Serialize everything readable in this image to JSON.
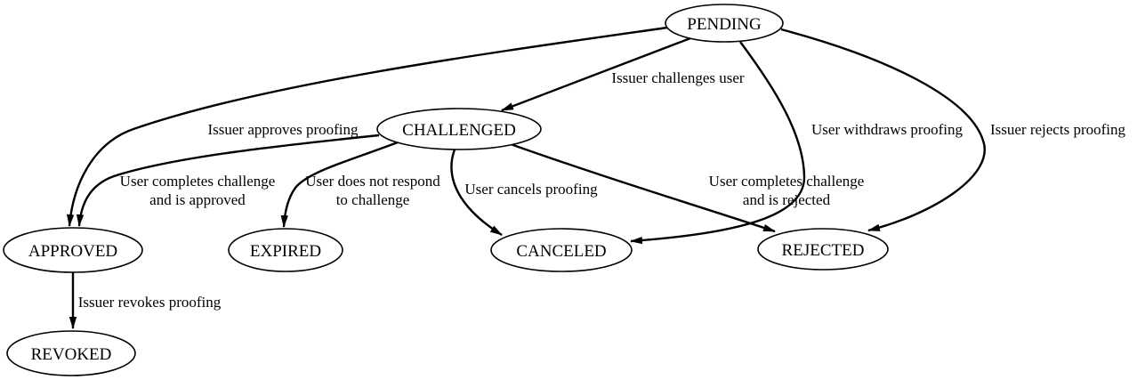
{
  "diagram": {
    "type": "state-machine",
    "background_color": "#ffffff",
    "stroke_color": "#000000",
    "text_color": "#000000",
    "nodes": [
      {
        "id": "pending",
        "label": "PENDING"
      },
      {
        "id": "challenged",
        "label": "CHALLENGED"
      },
      {
        "id": "approved",
        "label": "APPROVED"
      },
      {
        "id": "expired",
        "label": "EXPIRED"
      },
      {
        "id": "canceled",
        "label": "CANCELED"
      },
      {
        "id": "rejected",
        "label": "REJECTED"
      },
      {
        "id": "revoked",
        "label": "REVOKED"
      }
    ],
    "edges": [
      {
        "from": "PENDING",
        "to": "CHALLENGED",
        "label": "Issuer challenges user",
        "lines": [
          "Issuer challenges user"
        ]
      },
      {
        "from": "PENDING",
        "to": "APPROVED",
        "label": "Issuer approves proofing",
        "lines": [
          "Issuer approves proofing"
        ]
      },
      {
        "from": "PENDING",
        "to": "CANCELED",
        "label": "User withdraws proofing",
        "lines": [
          "User withdraws proofing"
        ]
      },
      {
        "from": "PENDING",
        "to": "REJECTED",
        "label": "Issuer rejects proofing",
        "lines": [
          "Issuer rejects proofing"
        ]
      },
      {
        "from": "CHALLENGED",
        "to": "APPROVED",
        "label": "User completes challenge and is approved",
        "lines": [
          "User completes challenge",
          "and is approved"
        ]
      },
      {
        "from": "CHALLENGED",
        "to": "EXPIRED",
        "label": "User does not respond to challenge",
        "lines": [
          "User does not respond",
          "to challenge"
        ]
      },
      {
        "from": "CHALLENGED",
        "to": "CANCELED",
        "label": "User cancels proofing",
        "lines": [
          "User cancels proofing"
        ]
      },
      {
        "from": "CHALLENGED",
        "to": "REJECTED",
        "label": "User completes challenge and is rejected",
        "lines": [
          "User completes challenge",
          "and is rejected"
        ]
      },
      {
        "from": "APPROVED",
        "to": "REVOKED",
        "label": "Issuer revokes proofing",
        "lines": [
          "Issuer revokes proofing"
        ]
      }
    ]
  }
}
